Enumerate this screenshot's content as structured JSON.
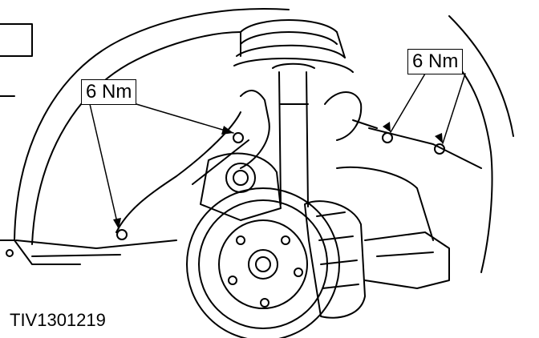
{
  "figure": {
    "id": "TIV1301219"
  },
  "callouts": [
    {
      "label": "6 Nm"
    },
    {
      "label": "6 Nm"
    }
  ],
  "colors": {
    "ink": "#000000",
    "paper": "#ffffff",
    "shade": "#c8c8c8"
  }
}
